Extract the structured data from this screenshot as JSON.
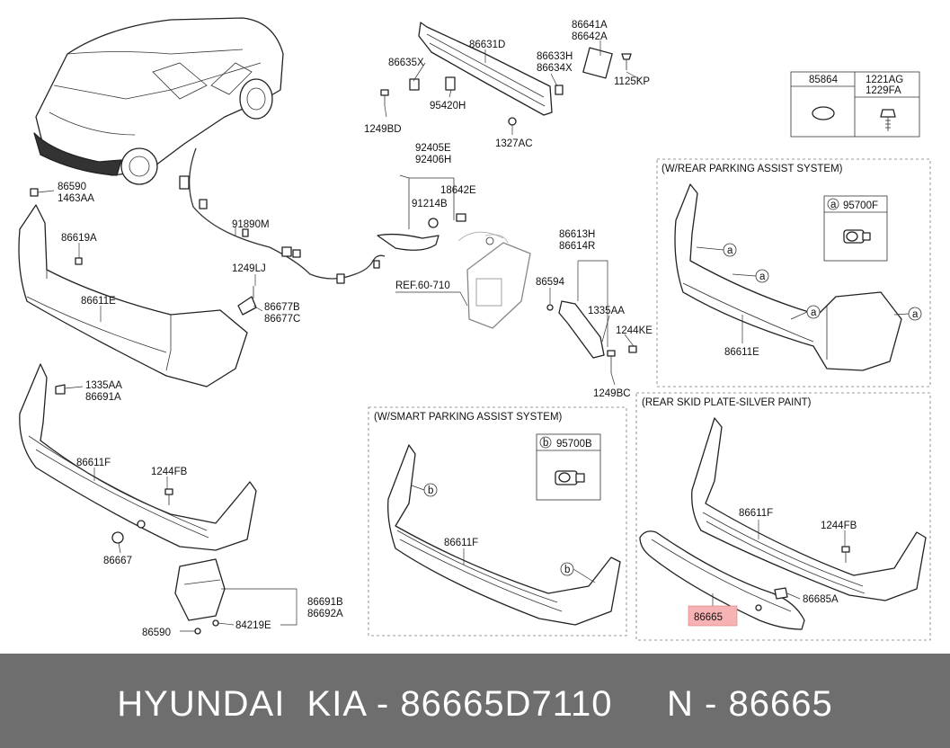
{
  "labels": {
    "p86641A": "86641A",
    "p86642A": "86642A",
    "p86631D": "86631D",
    "p86633H": "86633H",
    "p86634X": "86634X",
    "p86635X": "86635X",
    "p1125KP": "1125KP",
    "p95420H": "95420H",
    "p1249BD": "1249BD",
    "p1327AC": "1327AC",
    "p92405E": "92405E",
    "p92406H": "92406H",
    "p91214B": "91214B",
    "p18642E": "18642E",
    "p91890M": "91890M",
    "p86590a": "86590",
    "p1463AA": "1463AA",
    "p86619A": "86619A",
    "p86611E": "86611E",
    "p1249LJ": "1249LJ",
    "p86677B": "86677B",
    "p86677C": "86677C",
    "ref": "REF.60-710",
    "p86594": "86594",
    "p86613H": "86613H",
    "p86614R": "86614R",
    "p1335AAr": "1335AA",
    "p1244KE": "1244KE",
    "p1249BC": "1249BC",
    "p1335AAl": "1335AA",
    "p86691A": "86691A",
    "p86611F": "86611F",
    "p1244FB": "1244FB",
    "p86667": "86667",
    "p86691B": "86691B",
    "p86692A": "86692A",
    "p84219E": "84219E",
    "p86590b": "86590",
    "p85864": "85864",
    "p1221AG": "1221AG",
    "p1229FA": "1229FA",
    "rpa_title": "(W/REAR PARKING ASSIST SYSTEM)",
    "rpa_a": "a",
    "rpa_part": "95700F",
    "rpa_86611E": "86611E",
    "spa_title": "(W/SMART PARKING ASSIST SYSTEM)",
    "spa_b": "b",
    "spa_part": "95700B",
    "spa_86611F": "86611F",
    "skid_title": "(REAR SKID PLATE-SILVER PAINT)",
    "skid_86611F": "86611F",
    "skid_1244FB": "1244FB",
    "skid_86685A": "86685A",
    "skid_86665": "86665"
  },
  "highlight_color": "#f7b3b3",
  "footer": {
    "text": "HYUNDAI  KIA - 86665D7110     N - 86665"
  }
}
